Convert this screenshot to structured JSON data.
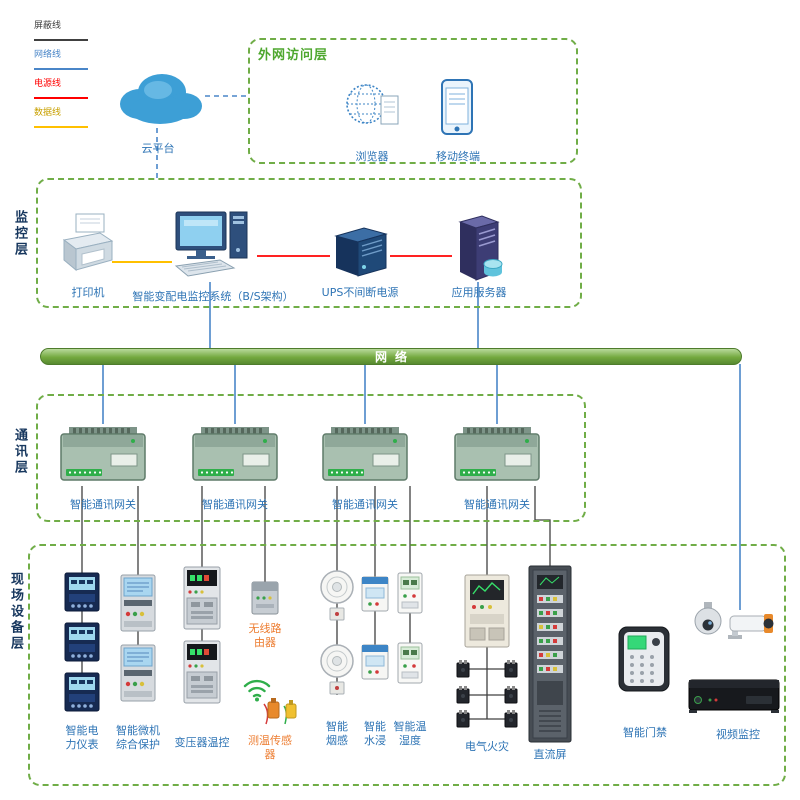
{
  "palette": {
    "border_green": "#70ad47",
    "title_green": "#4ea72e",
    "label_blue": "#2e74b5",
    "label_orange": "#ed7d31",
    "line_blue": "#4a86c8",
    "line_red": "#ff2222",
    "line_yellow": "#ffc000",
    "line_black": "#404040",
    "network_bar_green": "#74a93f"
  },
  "legend": {
    "items": [
      {
        "label": "屏蔽线",
        "color": "#404040"
      },
      {
        "label": "网络线",
        "color": "#4a86c8"
      },
      {
        "label": "电源线",
        "color": "#ff0000"
      },
      {
        "label": "数据线",
        "color": "#ffc000"
      }
    ]
  },
  "external_layer": {
    "title": "外网访问层",
    "cloud": "云平台",
    "browser": "浏览器",
    "mobile": "移动终端"
  },
  "monitor_layer": {
    "title": "监控层",
    "printer": "打印机",
    "scada": "智能变配电监控系统（B/S架构）",
    "ups": "UPS不间断电源",
    "server": "应用服务器"
  },
  "network_bar": {
    "label": "网络"
  },
  "comm_layer": {
    "title": "通讯层",
    "gateway_labels": [
      "智能通讯网关",
      "智能通讯网关",
      "智能通讯网关",
      "智能通讯网关"
    ]
  },
  "field_layer": {
    "title": "现场设备层",
    "labels": {
      "power_meter": "智能电力仪表",
      "protection": "智能微机综合保护",
      "transformer_temp": "变压器温控",
      "router": "无线路由器",
      "temp_sensor": "测温传感器",
      "smoke": "智能烟感",
      "water": "智能水浸",
      "humidity": "智能温湿度",
      "fire": "电气火灾",
      "dc_panel": "直流屏",
      "access": "智能门禁",
      "cctv": "视频监控"
    }
  }
}
